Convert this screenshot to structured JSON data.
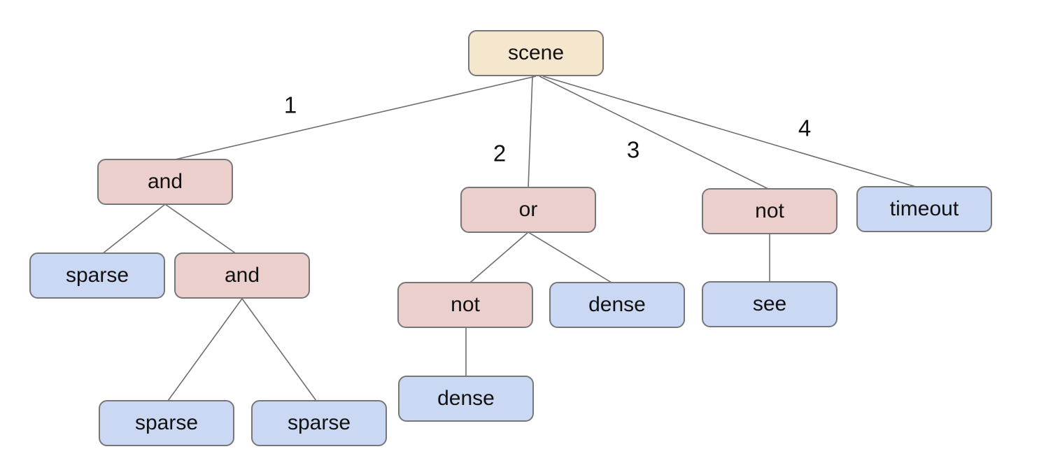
{
  "diagram": {
    "type": "tree",
    "nodes": [
      {
        "id": "scene",
        "label": "scene",
        "kind": "root",
        "parent": null
      },
      {
        "id": "and-1",
        "label": "and",
        "kind": "operator",
        "parent": "scene"
      },
      {
        "id": "or-1",
        "label": "or",
        "kind": "operator",
        "parent": "scene"
      },
      {
        "id": "not-1",
        "label": "not",
        "kind": "operator",
        "parent": "scene"
      },
      {
        "id": "timeout-1",
        "label": "timeout",
        "kind": "leaf",
        "parent": "scene"
      },
      {
        "id": "sparse-1",
        "label": "sparse",
        "kind": "leaf",
        "parent": "and-1"
      },
      {
        "id": "and-2",
        "label": "and",
        "kind": "operator",
        "parent": "and-1"
      },
      {
        "id": "not-2",
        "label": "not",
        "kind": "operator",
        "parent": "or-1"
      },
      {
        "id": "dense-1",
        "label": "dense",
        "kind": "leaf",
        "parent": "or-1"
      },
      {
        "id": "see-1",
        "label": "see",
        "kind": "leaf",
        "parent": "not-1"
      },
      {
        "id": "sparse-2",
        "label": "sparse",
        "kind": "leaf",
        "parent": "and-2"
      },
      {
        "id": "sparse-3",
        "label": "sparse",
        "kind": "leaf",
        "parent": "and-2"
      },
      {
        "id": "dense-2",
        "label": "dense",
        "kind": "leaf",
        "parent": "not-2"
      }
    ],
    "edge_labels": [
      {
        "label": "1",
        "from": "scene",
        "to": "and-1"
      },
      {
        "label": "2",
        "from": "scene",
        "to": "or-1"
      },
      {
        "label": "3",
        "from": "scene",
        "to": "not-1"
      },
      {
        "label": "4",
        "from": "scene",
        "to": "timeout-1"
      }
    ],
    "colors": {
      "root_fill": "#f4e7cd",
      "operator_fill": "#eacfcd",
      "leaf_fill": "#cbd8f3",
      "node_border": "#777777",
      "edge_line": "#6e6e6e",
      "text": "#111111",
      "background": "#ffffff"
    }
  }
}
